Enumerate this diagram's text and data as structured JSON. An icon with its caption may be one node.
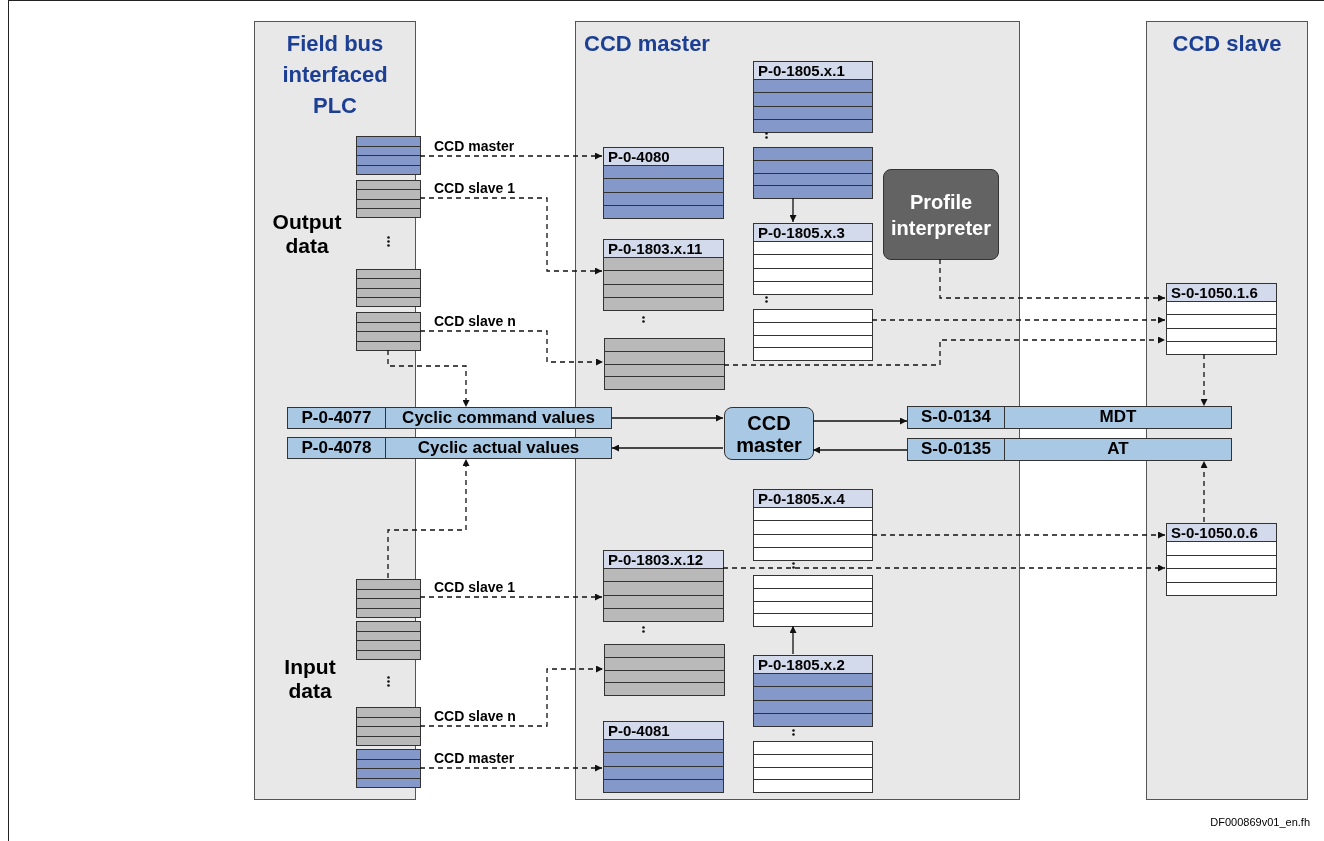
{
  "diagram": {
    "nodes": [
      {
        "text": [
          "Field bus interfaced PLC"
        ]
      },
      {
        "text": [
          "CCD master"
        ]
      },
      {
        "text": [
          "CCD slave"
        ]
      },
      {
        "text": [],
        "shape": "box",
        "in": 0
      },
      {
        "text": [],
        "shape": "box",
        "in": 0
      },
      {
        "text": [],
        "shape": "box",
        "in": 0
      },
      {
        "text": [],
        "shape": "box",
        "in": 0
      },
      {
        "text": [
          "P-0-4080"
        ],
        "in": 1
      },
      {
        "text": [
          "P-0-1805.x.1"
        ],
        "in": 1
      },
      {
        "text": [],
        "shape": "box",
        "in": 1
      },
      {
        "text": [
          "P-0-1803.x.11"
        ],
        "in": 1
      },
      {
        "text": [
          "Profile interpreter"
        ],
        "in": 1
      },
      {
        "text": [
          "P-0-1805.x.3"
        ],
        "in": 1
      },
      {
        "text": [],
        "shape": "box",
        "in": 1
      },
      {
        "text": [],
        "shape": "box",
        "in": 1
      },
      {
        "text": [
          "S-0-1050.1.6"
        ],
        "in": 2
      },
      {
        "text": [
          "P-0-4077",
          "Cyclic command values"
        ]
      },
      {
        "text": [
          "P-0-4078",
          "Cyclic actual values"
        ]
      },
      {
        "text": [
          "CCD master"
        ],
        "in": 1
      },
      {
        "text": [
          "S-0-0134",
          "MDT"
        ]
      },
      {
        "text": [
          "S-0-0135",
          "AT"
        ]
      },
      {
        "text": [
          "P-0-1805.x.4"
        ],
        "in": 1
      },
      {
        "text": [
          "S-0-1050.0.6"
        ],
        "in": 2
      },
      {
        "text": [
          "P-0-1803.x.12"
        ],
        "in": 1
      },
      {
        "text": [],
        "shape": "box",
        "in": 1
      },
      {
        "text": [],
        "shape": "box",
        "in": 0
      },
      {
        "text": [],
        "shape": "box",
        "in": 0
      },
      {
        "text": [],
        "shape": "box",
        "in": 1
      },
      {
        "text": [
          "P-0-1805.x.2"
        ],
        "in": 1
      },
      {
        "text": [],
        "shape": "box",
        "in": 0
      },
      {
        "text": [],
        "shape": "box",
        "in": 0
      },
      {
        "text": [
          "P-0-4081"
        ],
        "in": 1
      },
      {
        "text": [],
        "shape": "box",
        "in": 1
      }
    ],
    "edges": [
      {
        "from": 3,
        "to": 7,
        "arrow": "to",
        "label": "CCD master",
        "style": "dashed"
      },
      {
        "from": 4,
        "to": 10,
        "arrow": "to",
        "label": "CCD slave 1",
        "style": "dashed"
      },
      {
        "from": 6,
        "to": 14,
        "arrow": "to",
        "label": "CCD slave n",
        "style": "dashed"
      },
      {
        "from": 6,
        "to": 16,
        "arrow": "to",
        "style": "dashed"
      },
      {
        "from": 16,
        "to": 18,
        "arrow": "to"
      },
      {
        "from": 18,
        "to": 17,
        "arrow": "to"
      },
      {
        "from": 18,
        "to": 19,
        "arrow": "to"
      },
      {
        "from": 20,
        "to": 18,
        "arrow": "to"
      },
      {
        "from": 9,
        "to": 12,
        "arrow": "to"
      },
      {
        "from": 11,
        "to": 15,
        "arrow": "to",
        "style": "dashed"
      },
      {
        "from": 13,
        "to": 15,
        "arrow": "to",
        "style": "dashed"
      },
      {
        "from": 14,
        "to": 15,
        "arrow": "to",
        "style": "dashed"
      },
      {
        "from": 15,
        "to": 19,
        "arrow": "to",
        "style": "dashed"
      },
      {
        "from": 22,
        "to": 20,
        "arrow": "to",
        "style": "dashed"
      },
      {
        "from": 21,
        "to": 22,
        "arrow": "to",
        "style": "dashed"
      },
      {
        "from": 23,
        "to": 22,
        "arrow": "to",
        "style": "dashed"
      },
      {
        "from": 25,
        "to": 23,
        "arrow": "to",
        "label": "CCD slave 1",
        "style": "dashed"
      },
      {
        "from": 29,
        "to": 27,
        "arrow": "to",
        "label": "CCD slave n",
        "style": "dashed"
      },
      {
        "from": 30,
        "to": 31,
        "arrow": "to",
        "label": "CCD master",
        "style": "dashed"
      },
      {
        "from": 25,
        "to": 17,
        "arrow": "to",
        "style": "dashed"
      },
      {
        "from": 28,
        "to": 24,
        "arrow": "to"
      }
    ],
    "labels": [
      "Output data",
      "Input data",
      "DF000869v01_en.fh"
    ]
  }
}
